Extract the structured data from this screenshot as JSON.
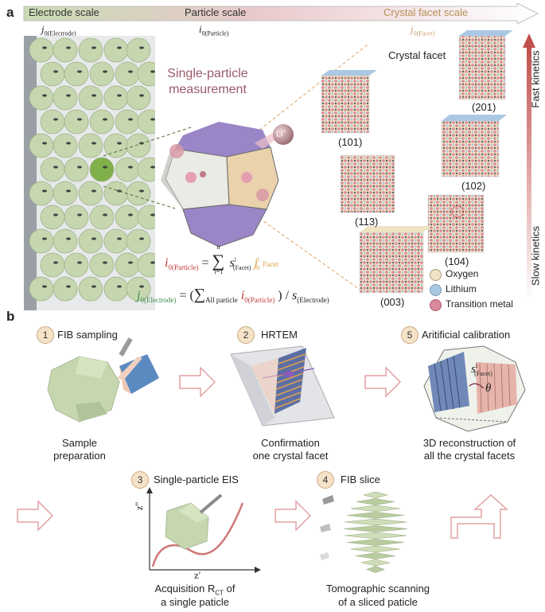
{
  "panel_a": {
    "letter": "a",
    "scale_bar": {
      "electrode": "Electrode scale",
      "particle": "Particle scale",
      "facet": "Crystal facet scale"
    },
    "j_labels": {
      "electrode_main": "j",
      "electrode_sub": "0(Electrode)",
      "particle_main": "i",
      "particle_sub": "0(Particle)",
      "facet_main": "j",
      "facet_sub": "0(Facet)"
    },
    "single_particle": "Single-particle",
    "measurement": "measurement",
    "li_ion": "Li",
    "li_charge": "+",
    "crystal_facet_title": "Crystal facet",
    "facets": [
      "(201)",
      "(101)",
      "(102)",
      "(113)",
      "(104)",
      "(003)"
    ],
    "legend": [
      "Oxygen",
      "Lithium",
      "Transition metal"
    ],
    "legend_colors": [
      "#eee3c2",
      "#aac8e4",
      "#d88a9a"
    ],
    "kinetics_fast": "Fast kinetics",
    "kinetics_slow": "Slow kinetics",
    "eq1": {
      "lhs_main": "i",
      "lhs_sub": "0(Particle)",
      "eq": "=",
      "sum_top": "n",
      "sum_bottom": "i=1",
      "s_main": "s",
      "s_sup": "i",
      "s_sub": "(Facet)",
      "j_main": "j",
      "j_sup": "i",
      "j_sub": "0",
      "facet_word": "Facet"
    },
    "eq2": {
      "lhs_main": "j",
      "lhs_sub": "0(Electrode)",
      "eq": "= (",
      "sum_sub": "All particle",
      "i_main": "i",
      "i_sub": "0(Particle)",
      "div": ") / ",
      "s_main": "s",
      "s_sub": "(Electrode)"
    }
  },
  "panel_b": {
    "letter": "b",
    "steps": [
      {
        "num": "1",
        "title": "FIB sampling",
        "caption1": "Sample",
        "caption2": "preparation"
      },
      {
        "num": "2",
        "title": "HRTEM",
        "caption1": "Confirmation",
        "caption2": "one crystal facet"
      },
      {
        "num": "5",
        "title": "Aritificial calibration",
        "caption1": "3D reconstruction of",
        "caption2": "all the crystal facets"
      },
      {
        "num": "3",
        "title": "Single-particle EIS",
        "caption1": "Acquisition R",
        "caption1_sub": "CT",
        "caption1_tail": " of",
        "caption2": "a single paticle"
      },
      {
        "num": "4",
        "title": "FIB slice",
        "caption1": "Tomographic scanning",
        "caption2": "of a sliced paticle"
      }
    ],
    "s_label_main": "s",
    "s_label_sup": "i",
    "s_label_sub": "(Facet)",
    "theta": "θ",
    "z_double": "z''",
    "z_single": "z'"
  }
}
